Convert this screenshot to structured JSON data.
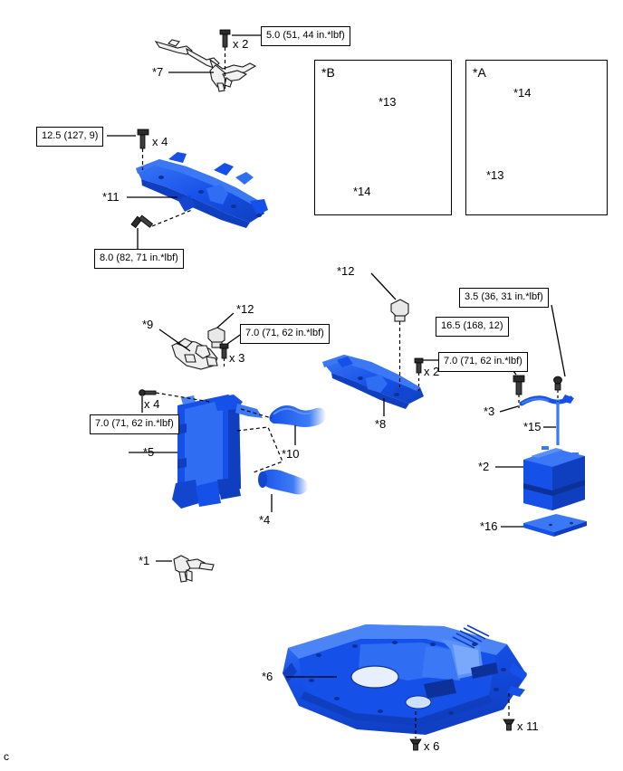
{
  "page": {
    "corner_mark": "c",
    "colors": {
      "part_blue": "#1550e8",
      "part_blue_light": "#3a78f5",
      "outline": "#000000",
      "grey_part": "#6e6e6e"
    }
  },
  "torque_specs": [
    {
      "id": "spec-5-0",
      "text": "5.0 (51, 44 in.*lbf)"
    },
    {
      "id": "spec-12-5",
      "text": "12.5 (127, 9)"
    },
    {
      "id": "spec-8-0",
      "text": "8.0 (82, 71 in.*lbf)"
    },
    {
      "id": "spec-7-0-a",
      "text": "7.0 (71, 62 in.*lbf)"
    },
    {
      "id": "spec-7-0-b",
      "text": "7.0 (71, 62 in.*lbf)"
    },
    {
      "id": "spec-7-0-c",
      "text": "7.0 (71, 62 in.*lbf)"
    },
    {
      "id": "spec-3-5",
      "text": "3.5 (36, 31 in.*lbf)"
    },
    {
      "id": "spec-16-5",
      "text": "16.5 (168, 12)"
    }
  ],
  "part_refs": [
    {
      "id": "ref-1",
      "label": "*1"
    },
    {
      "id": "ref-2",
      "label": "*2"
    },
    {
      "id": "ref-3",
      "label": "*3"
    },
    {
      "id": "ref-4",
      "label": "*4"
    },
    {
      "id": "ref-5",
      "label": "*5"
    },
    {
      "id": "ref-6",
      "label": "*6"
    },
    {
      "id": "ref-7",
      "label": "*7"
    },
    {
      "id": "ref-8",
      "label": "*8"
    },
    {
      "id": "ref-9",
      "label": "*9"
    },
    {
      "id": "ref-10",
      "label": "*10"
    },
    {
      "id": "ref-11",
      "label": "*11"
    },
    {
      "id": "ref-12a",
      "label": "*12"
    },
    {
      "id": "ref-12b",
      "label": "*12"
    },
    {
      "id": "ref-15",
      "label": "*15"
    },
    {
      "id": "ref-16",
      "label": "*16"
    }
  ],
  "quantities": [
    {
      "id": "qty-top",
      "label": "x 2"
    },
    {
      "id": "qty-11-top",
      "label": "x 4"
    },
    {
      "id": "qty-9",
      "label": "x 3"
    },
    {
      "id": "qty-5",
      "label": "x 4"
    },
    {
      "id": "qty-8",
      "label": "x 2"
    },
    {
      "id": "qty-floor-6",
      "label": "x 6"
    },
    {
      "id": "qty-floor-11",
      "label": "x 11"
    }
  ],
  "detail_panels": [
    {
      "id": "panel-b",
      "title": "*B",
      "callouts": [
        {
          "label": "*13"
        },
        {
          "label": "*14"
        }
      ]
    },
    {
      "id": "panel-a",
      "title": "*A",
      "callouts": [
        {
          "label": "*14"
        },
        {
          "label": "*13"
        }
      ]
    }
  ]
}
